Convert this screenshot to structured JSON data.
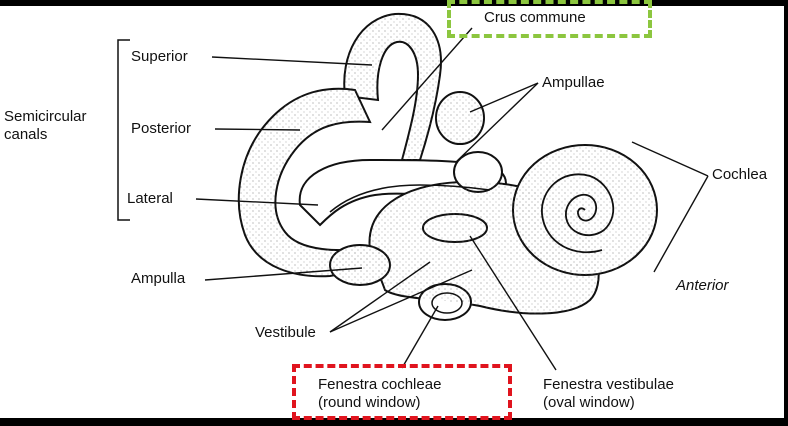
{
  "labels": {
    "superior": "Superior",
    "posterior": "Posterior",
    "lateral": "Lateral",
    "semicircular_line1": "Semicircular",
    "semicircular_line2": "canals",
    "ampulla": "Ampulla",
    "vestibule": "Vestibule",
    "crus_commune": "Crus commune",
    "ampullae": "Ampullae",
    "cochlea": "Cochlea",
    "anterior": "Anterior",
    "fenestra_cochleae_line1": "Fenestra cochleae",
    "fenestra_cochleae_line2": "(round window)",
    "fenestra_vestibulae_line1": "Fenestra vestibulae",
    "fenestra_vestibulae_line2": "(oval window)"
  },
  "colors": {
    "background": "#000000",
    "panel": "#ffffff",
    "highlight_green": "#8cc63f",
    "highlight_red": "#e0141e",
    "line": "#111111"
  }
}
